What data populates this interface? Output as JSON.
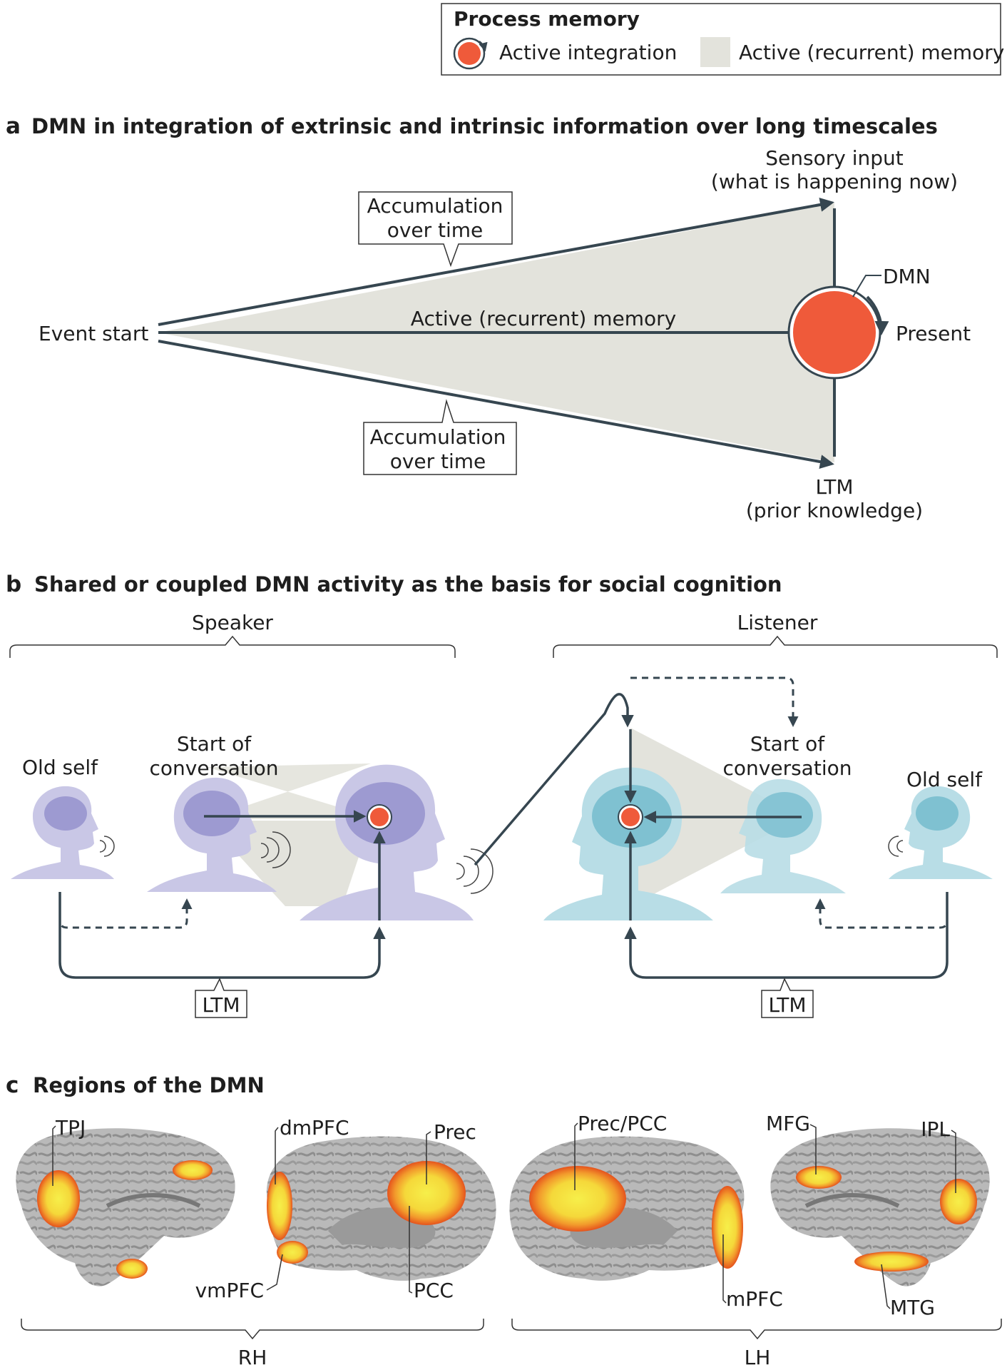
{
  "legend": {
    "title": "Process memory",
    "item_integration": "Active integration",
    "item_memory": "Active (recurrent) memory"
  },
  "panel_a": {
    "letter": "a",
    "title": "DMN in integration of extrinsic and intrinsic information over long timescales",
    "event_start": "Event start",
    "sensory_input_1": "Sensory input",
    "sensory_input_2": "(what is happening now)",
    "accumulation_1": "Accumulation",
    "accumulation_2": "over time",
    "active_memory": "Active (recurrent) memory",
    "dmn": "DMN",
    "present": "Present",
    "ltm_1": "LTM",
    "ltm_2": "(prior knowledge)"
  },
  "panel_b": {
    "letter": "b",
    "title": "Shared or coupled DMN activity as the basis for social cognition",
    "speaker": "Speaker",
    "listener": "Listener",
    "old_self": "Old self",
    "start_of_1": "Start of",
    "start_of_2": "conversation",
    "ltm": "LTM"
  },
  "panel_c": {
    "letter": "c",
    "title": "Regions of the DMN",
    "labels": {
      "tpj": "TPJ",
      "dmpfc": "dmPFC",
      "prec": "Prec",
      "vmpfc": "vmPFC",
      "pcc": "PCC",
      "prec_pcc": "Prec/PCC",
      "mfg": "MFG",
      "ipl": "IPL",
      "mpfc": "mPFC",
      "mtg": "MTG"
    },
    "rh": "RH",
    "lh": "LH"
  },
  "colors": {
    "integration_orange": "#ef5a3a",
    "memory_grey": "#e3e3dc",
    "arrow_dark": "#364650",
    "speaker_purple": "#c9c7e6",
    "speaker_purple_dark": "#9d9ad1",
    "listener_teal": "#b8dde6",
    "listener_teal_dark": "#7fc1d1",
    "brain_grey": "#b4b4b4",
    "activation_yellow": "#f4ec3c",
    "activation_orange": "#f08a24"
  }
}
